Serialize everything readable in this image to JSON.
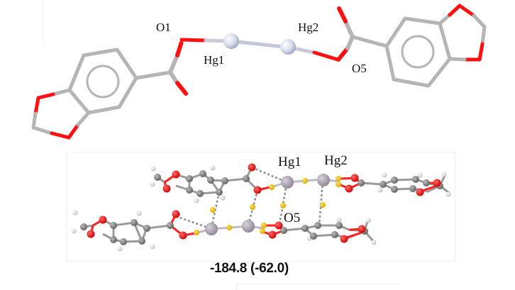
{
  "top_structure": {
    "labels": {
      "o1": "O1",
      "hg1": "Hg1",
      "hg2": "Hg2",
      "o5": "O5"
    }
  },
  "bottom_structure": {
    "labels": {
      "hg1": "Hg1",
      "hg2": "Hg2",
      "o5": "O5"
    }
  },
  "energy_label": "-184.8 (-62.0)",
  "colors": {
    "carbon_stick": "#b8b8b8",
    "oxygen": "#ff0000",
    "mercury_top": "#dcdfee",
    "mercury_bottom": "#a89fab",
    "carbon_ball": "#777777",
    "hydrogen": "#dddddd",
    "contact": "#f2c300"
  }
}
